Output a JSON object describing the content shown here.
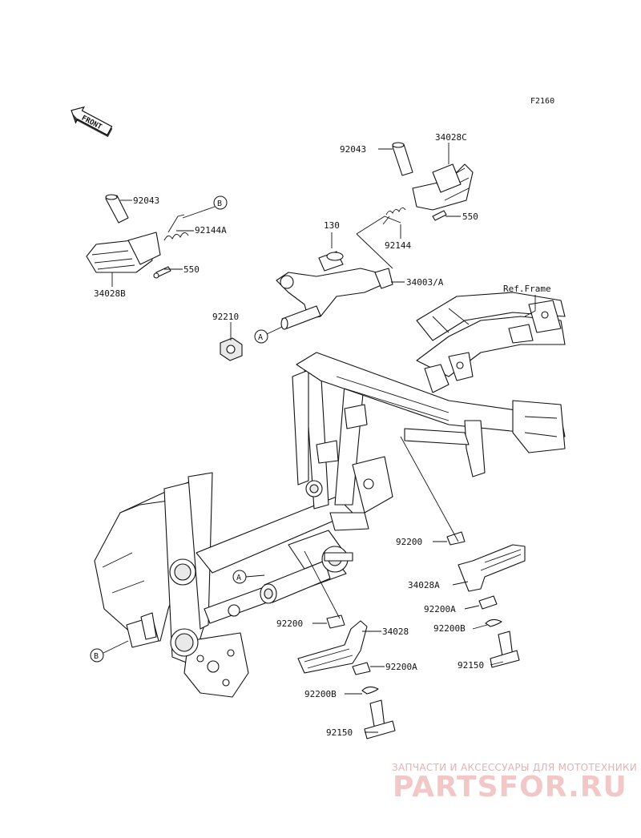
{
  "diagram_code": "F2160",
  "front_label": "FRONT",
  "ref_frame_label": "Ref.Frame",
  "callouts": {
    "a": "A",
    "b": "B"
  },
  "parts": {
    "p92043_left": "92043",
    "p92144A": "92144A",
    "p550_left": "550",
    "p34028B": "34028B",
    "p130": "130",
    "p92043_right": "92043",
    "p34028C": "34028C",
    "p550_right": "550",
    "p92144": "92144",
    "p34003A": "34003/A",
    "p92210": "92210",
    "p92200_upper": "92200",
    "p34028A": "34028A",
    "p92200A_right": "92200A",
    "p92200B_right": "92200B",
    "p92150_right": "92150",
    "p92200_lower": "92200",
    "p34028": "34028",
    "p92200A_lower": "92200A",
    "p92200B_lower": "92200B",
    "p92150_lower": "92150"
  },
  "watermark": {
    "line1": "ЗАПЧАСТИ И АКСЕССУАРЫ ДЛЯ МОТОТЕХНИКИ",
    "line2": "PARTSFOR.RU"
  },
  "colors": {
    "ink": "#111111",
    "watermark": "#e6b0b0"
  }
}
